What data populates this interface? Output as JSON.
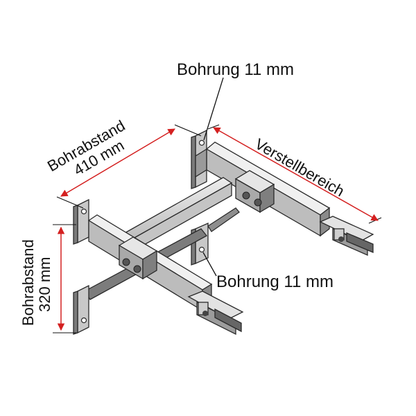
{
  "labels": {
    "hole_top": "Bohrung 11 mm",
    "hole_bottom": "Bohrung 11 mm",
    "adjust_range": "Verstellbereich",
    "spacing_horizontal_line1": "Bohrabstand",
    "spacing_horizontal_line2": "410 mm",
    "spacing_vertical_line1": "Bohrabstand",
    "spacing_vertical_line2": "320 mm"
  },
  "colors": {
    "dimension": "#d42020",
    "metal_light": "#d9d9d9",
    "metal_mid": "#b3b3b3",
    "metal_dark": "#6e6e6e",
    "outline": "#2a2a2a"
  }
}
